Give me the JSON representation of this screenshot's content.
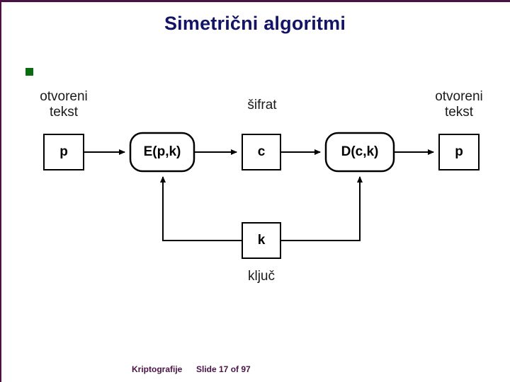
{
  "slide": {
    "title": "Simetrični algoritmi",
    "accent_color": "#4a1244",
    "title_color": "#141466",
    "bullet_color": "#0b6b10",
    "bullet_text": ""
  },
  "diagram": {
    "type": "flow",
    "labels": {
      "plaintext_left": "otvoreni\ntekst",
      "plaintext_left_line1": "otvoreni",
      "plaintext_left_line2": "tekst",
      "ciphertext": "šifrat",
      "plaintext_right_line1": "otvoreni",
      "plaintext_right_line2": "tekst",
      "key": "ključ"
    },
    "nodes": [
      {
        "id": "p-in",
        "text": "p",
        "shape": "rect"
      },
      {
        "id": "encrypt",
        "text": "E(p,k)",
        "shape": "rounded-rect"
      },
      {
        "id": "c",
        "text": "c",
        "shape": "rect"
      },
      {
        "id": "decrypt",
        "text": "D(c,k)",
        "shape": "rounded-rect"
      },
      {
        "id": "p-out",
        "text": "p",
        "shape": "rect"
      },
      {
        "id": "key",
        "text": "k",
        "shape": "rect"
      }
    ]
  },
  "footer": {
    "course": "Kriptografije",
    "slide_counter": "Slide 17 of 97"
  }
}
